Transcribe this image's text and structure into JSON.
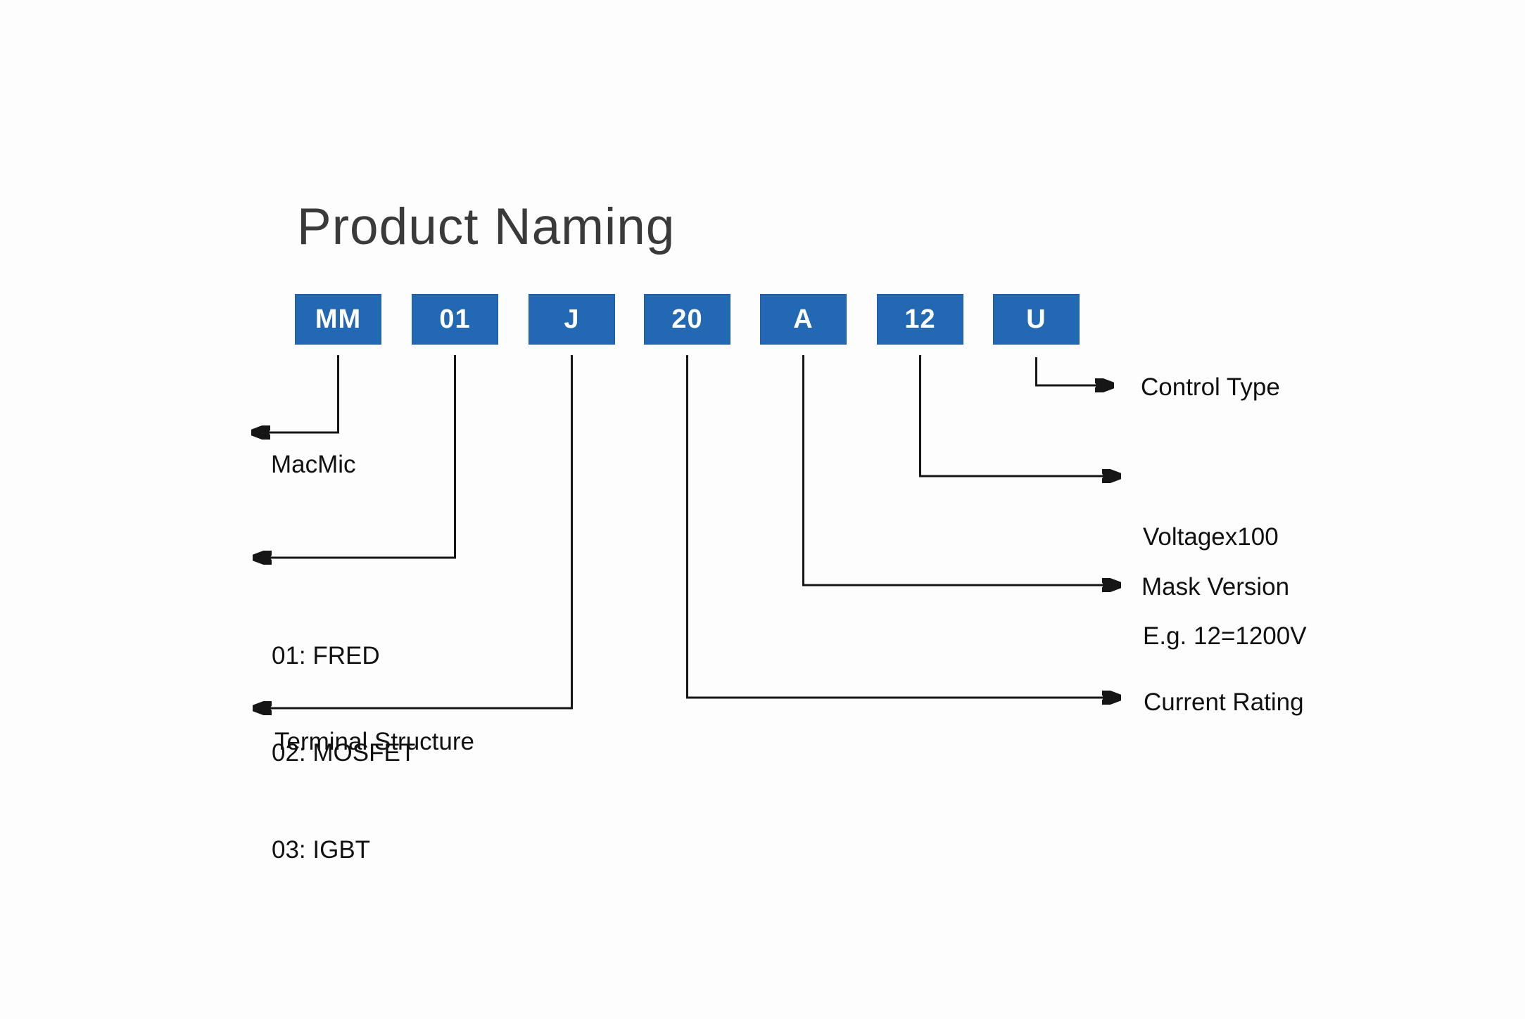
{
  "title": "Product Naming",
  "segments": [
    "MM",
    "01",
    "J",
    "20",
    "A",
    "12",
    "U"
  ],
  "labels": {
    "macmic": "MacMic",
    "device_types": [
      "01: FRED",
      "02: MOSFET",
      "03: IGBT"
    ],
    "terminal": "Terminal Structure",
    "control": "Control Type",
    "voltage_line1": "Voltagex100",
    "voltage_line2": "E.g. 12=1200V",
    "mask": "Mask Version",
    "current": "Current Rating"
  },
  "colors": {
    "segment_box_blue": "#2268b2",
    "title_gray": "#3a3a3a",
    "line_black": "#161616",
    "label_black": "#111111",
    "background": "#fdfdfd"
  }
}
